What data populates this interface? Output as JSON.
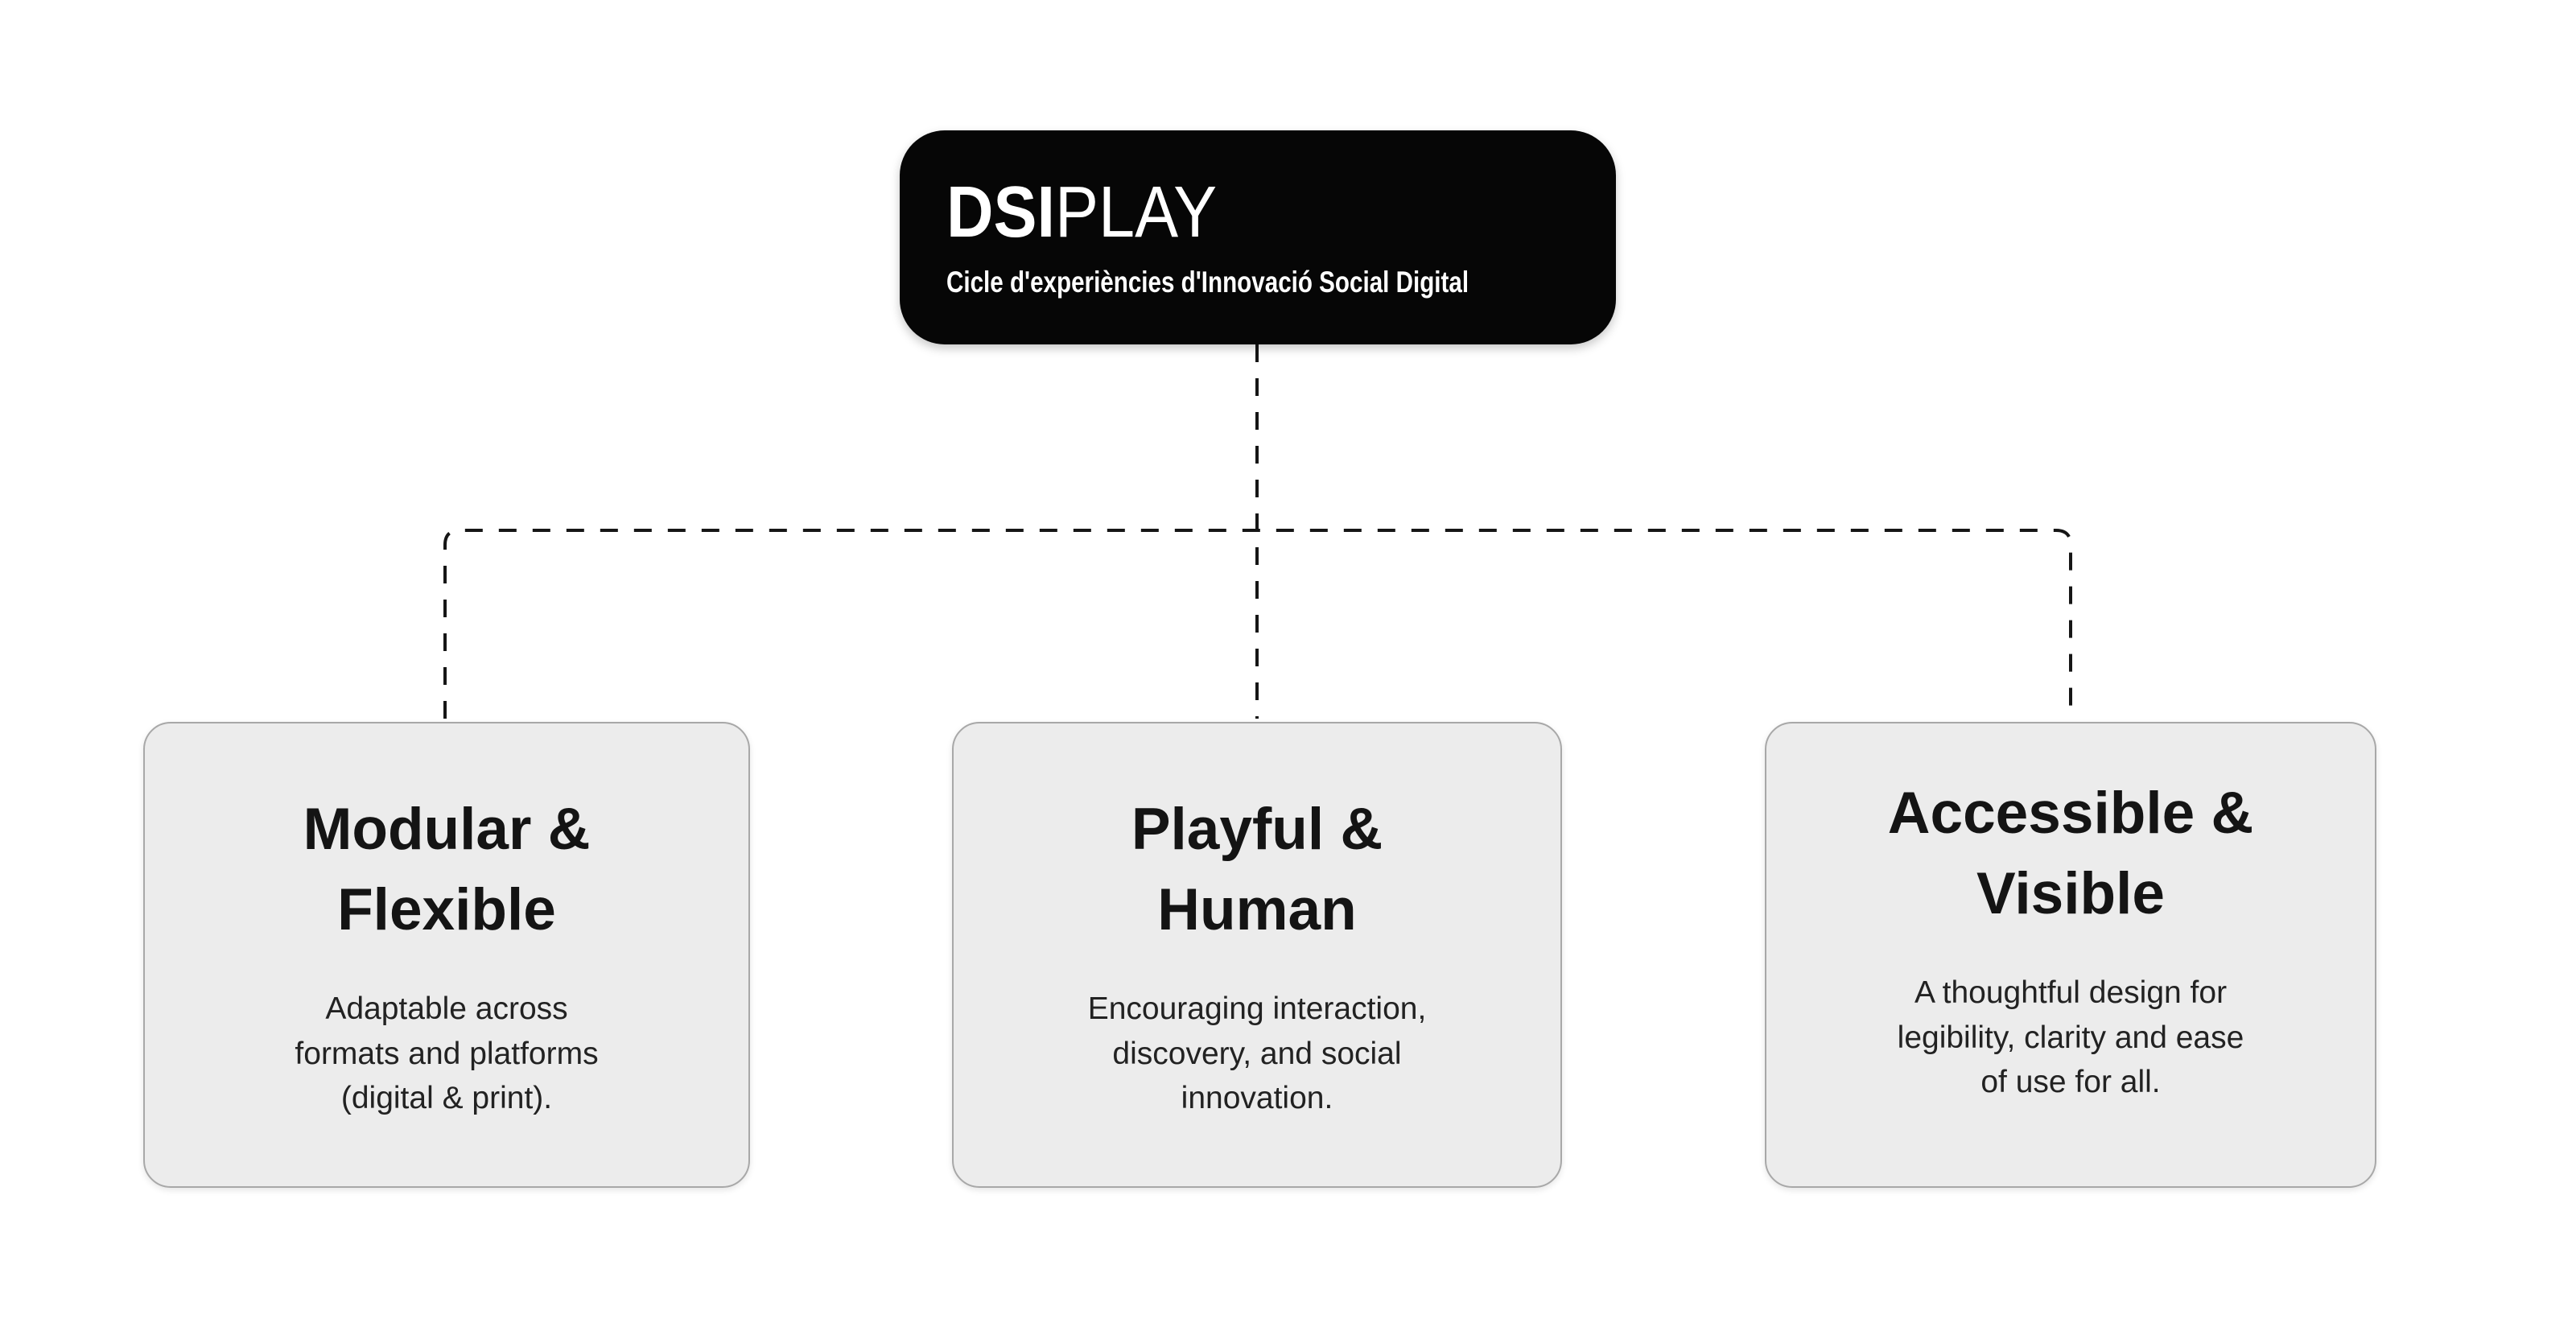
{
  "root_node": {
    "brand_bold": "DSI",
    "brand_light": "PLAY",
    "subtitle": "Cicle d'experiències d'Innovació Social Digital",
    "background": "#060606",
    "text_color": "#ffffff"
  },
  "connectors": {
    "style": "dashed",
    "color": "#161616"
  },
  "cards": [
    {
      "heading": "Modular &\nFlexible",
      "body": "Adaptable across\nformats and platforms\n(digital & print)."
    },
    {
      "heading": "Playful &\nHuman",
      "body": "Encouraging interaction,\ndiscovery, and social\ninnovation."
    },
    {
      "heading": "Accessible &\nVisible",
      "body": "A thoughtful design for\nlegibility, clarity and ease\nof use for all."
    }
  ],
  "card_style": {
    "background": "#ececec",
    "border_color": "#a8a8a8"
  }
}
